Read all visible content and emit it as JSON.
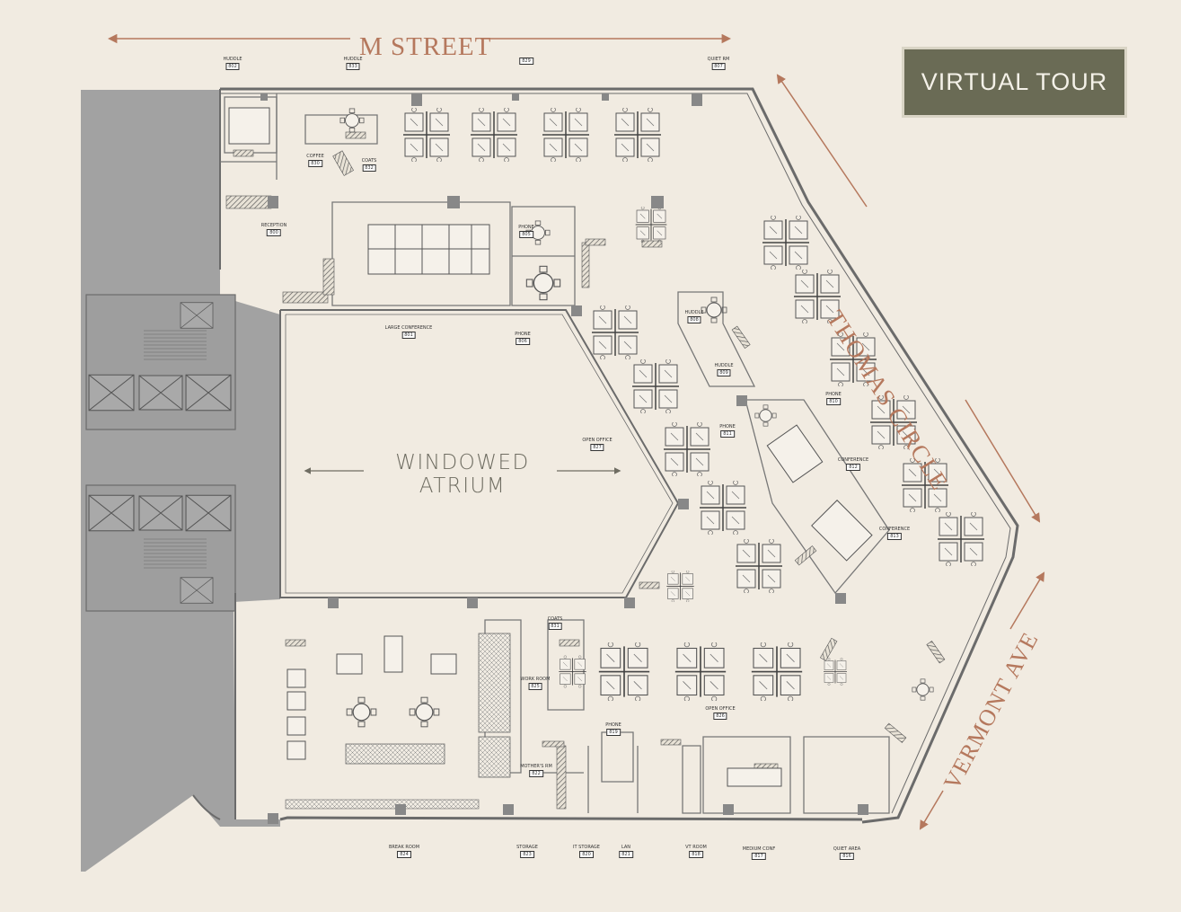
{
  "streets": {
    "m_street": "M STREET",
    "thomas_circle": "THOMAS CIRCLE",
    "vermont_ave": "VERMONT AVE"
  },
  "virtual_tour": "VIRTUAL TOUR",
  "atrium": {
    "line1": "WINDOWED",
    "line2": "ATRIUM"
  },
  "colors": {
    "background": "#f1ebe1",
    "accent": "#b5785d",
    "button": "#6a6b55",
    "core": "#a2a2a2",
    "wall": "#6b6b6b"
  },
  "rooms": [
    {
      "name": "HUDDLE",
      "num": "802"
    },
    {
      "name": "HUDDLE",
      "num": "833"
    },
    {
      "name": "",
      "num": "829"
    },
    {
      "name": "QUIET RM",
      "num": "807"
    },
    {
      "name": "COFFEE",
      "num": "830"
    },
    {
      "name": "COATS",
      "num": "832"
    },
    {
      "name": "RECEPTION",
      "num": "800"
    },
    {
      "name": "PHONE",
      "num": "805"
    },
    {
      "name": "LARGE CONFERENCE",
      "num": "801"
    },
    {
      "name": "PHONE",
      "num": "806"
    },
    {
      "name": "HUDDLE",
      "num": "808"
    },
    {
      "name": "HUDDLE",
      "num": "809"
    },
    {
      "name": "PHONE",
      "num": "810"
    },
    {
      "name": "PHONE",
      "num": "811"
    },
    {
      "name": "OPEN OFFICE",
      "num": "827"
    },
    {
      "name": "CONFERENCE",
      "num": "812"
    },
    {
      "name": "CONFERENCE",
      "num": "813"
    },
    {
      "name": "COATS",
      "num": "831"
    },
    {
      "name": "WORK ROOM",
      "num": "825"
    },
    {
      "name": "OPEN OFFICE",
      "num": "826"
    },
    {
      "name": "PHONE",
      "num": "819"
    },
    {
      "name": "MOTHER'S RM",
      "num": "822"
    },
    {
      "name": "BREAK ROOM",
      "num": "824"
    },
    {
      "name": "STORAGE",
      "num": "823"
    },
    {
      "name": "IT STORAGE",
      "num": "820"
    },
    {
      "name": "LAN",
      "num": "821"
    },
    {
      "name": "VT ROOM",
      "num": "818"
    },
    {
      "name": "MEDIUM CONF",
      "num": "817"
    },
    {
      "name": "QUIET AREA",
      "num": "816"
    }
  ]
}
